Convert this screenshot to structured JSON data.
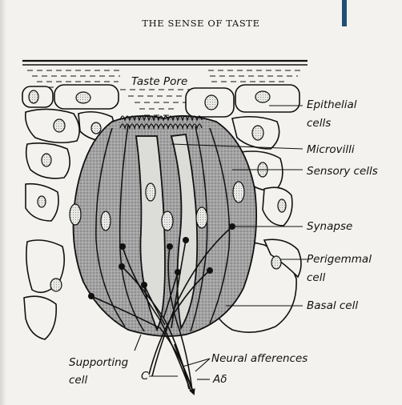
{
  "title": "THE SENSE OF TASTE",
  "labels": {
    "taste_pore": "Taste Pore",
    "epithelial_1": "Epithelial",
    "epithelial_2": "cells",
    "microvilli": "Microvilli",
    "sensory_cells": "Sensory cells",
    "synapse": "Synapse",
    "perigemmal_1": "Perigemmal",
    "perigemmal_2": "cell",
    "basal_cell": "Basal cell",
    "supporting_1": "Supporting",
    "supporting_2": "cell",
    "neural_afferences": "Neural afferences",
    "fiber_c": "C",
    "fiber_ad": "Aδ"
  },
  "colors": {
    "ink": "#111111",
    "paper": "#f3f2ee",
    "cell_shade": "#9a9a9a",
    "accent": "#1f4e79"
  }
}
